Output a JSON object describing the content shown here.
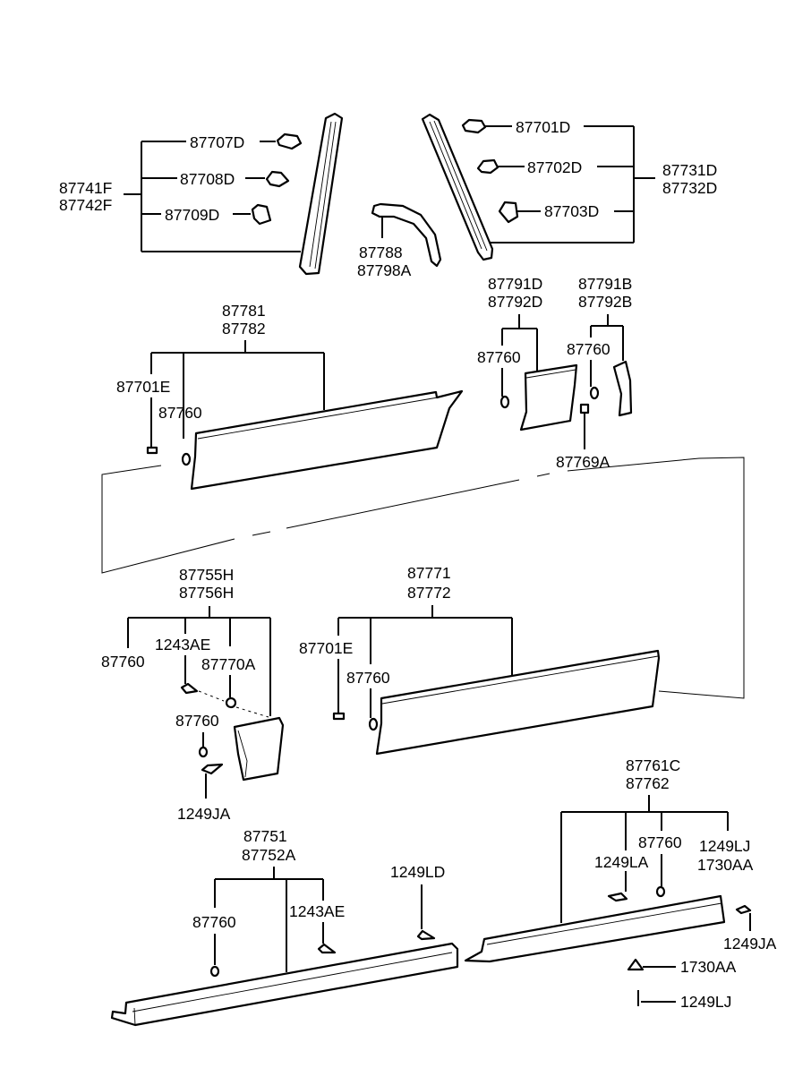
{
  "diagram": {
    "title": "Body side moldings / garnish exploded parts diagram",
    "groups": [
      {
        "id": "front-pillar-left",
        "assembly": [
          "87741F",
          "87742F"
        ],
        "children": [
          "87707D",
          "87708D",
          "87709D"
        ]
      },
      {
        "id": "front-pillar-right",
        "assembly": [
          "87731D",
          "87732D"
        ],
        "children": [
          "87701D",
          "87702D",
          "87703D"
        ]
      },
      {
        "id": "wheel-arch-strip",
        "assembly": [
          "87788",
          "87798A"
        ],
        "children": []
      },
      {
        "id": "front-door-molding",
        "assembly": [
          "87781",
          "87782"
        ],
        "children": [
          "87701E",
          "87760"
        ]
      },
      {
        "id": "fender-molding-d",
        "assembly": [
          "87791D",
          "87792D"
        ],
        "children": [
          "87760"
        ]
      },
      {
        "id": "fender-molding-b",
        "assembly": [
          "87791B",
          "87792B"
        ],
        "children": [
          "87760",
          "87769A"
        ]
      },
      {
        "id": "rear-quarter-molding",
        "assembly": [
          "87755H",
          "87756H"
        ],
        "children": [
          "87760",
          "1243AE",
          "87770A",
          "87760",
          "1249JA"
        ]
      },
      {
        "id": "rear-door-molding",
        "assembly": [
          "87771",
          "87772"
        ],
        "children": [
          "87701E",
          "87760"
        ]
      },
      {
        "id": "side-sill-front",
        "assembly": [
          "87751",
          "87752A"
        ],
        "children": [
          "87760",
          "1243AE",
          "1249LD"
        ]
      },
      {
        "id": "side-sill-rear",
        "assembly": [
          "87761C",
          "87762"
        ],
        "children": [
          "1249LA",
          "87760",
          "1249LJ",
          "1730AA",
          "1249JA",
          "1730AA",
          "1249LJ"
        ]
      }
    ],
    "labels": {
      "l87741F": "87741F",
      "l87742F": "87742F",
      "l87707D": "87707D",
      "l87708D": "87708D",
      "l87709D": "87709D",
      "l87701D": "87701D",
      "l87702D": "87702D",
      "l87703D": "87703D",
      "l87731D": "87731D",
      "l87732D": "87732D",
      "l87788": "87788",
      "l87798A": "87798A",
      "l87781": "87781",
      "l87782": "87782",
      "l87701E_a": "87701E",
      "l87760_a": "87760",
      "l87791D": "87791D",
      "l87792D": "87792D",
      "l87760_b": "87760",
      "l87791B": "87791B",
      "l87792B": "87792B",
      "l87760_c": "87760",
      "l87769A": "87769A",
      "l87755H": "87755H",
      "l87756H": "87756H",
      "l87760_d": "87760",
      "l1243AE_a": "1243AE",
      "l87770A": "87770A",
      "l87760_e": "87760",
      "l1249JA_a": "1249JA",
      "l87771": "87771",
      "l87772": "87772",
      "l87701E_b": "87701E",
      "l87760_f": "87760",
      "l87751": "87751",
      "l87752A": "87752A",
      "l87760_g": "87760",
      "l1243AE_b": "1243AE",
      "l1249LD": "1249LD",
      "l87761C": "87761C",
      "l87762": "87762",
      "l1249LA": "1249LA",
      "l87760_h": "87760",
      "l1249LJ_a": "1249LJ",
      "l1730AA_a": "1730AA",
      "l1249JA_b": "1249JA",
      "l1730AA_b": "1730AA",
      "l1249LJ_b": "1249LJ"
    }
  }
}
